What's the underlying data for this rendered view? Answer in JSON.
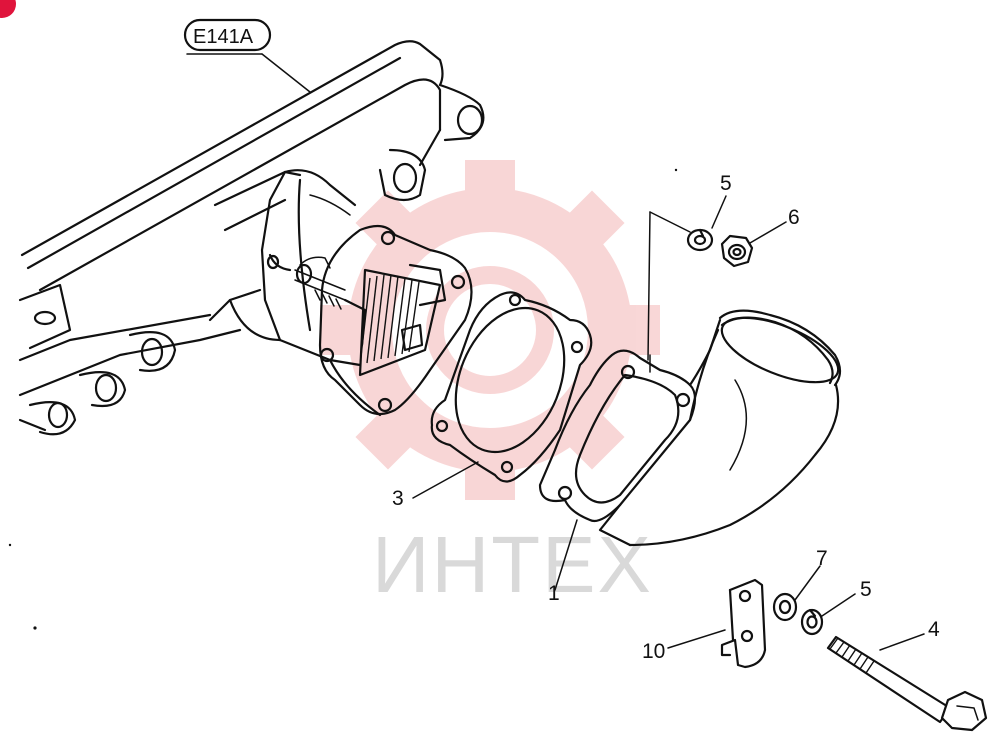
{
  "reference_tag": "E141A",
  "watermark_text": "ИНТЕХ",
  "callouts": {
    "p1": "1",
    "p3": "3",
    "p4": "4",
    "p5_top": "5",
    "p5_bottom": "5",
    "p6": "6",
    "p7": "7",
    "p10": "10"
  },
  "colors": {
    "ink": "#111111",
    "watermark_gear": "#f4b6b6",
    "watermark_text": "#d9d9d9",
    "corner_mark": "#e0143c"
  }
}
